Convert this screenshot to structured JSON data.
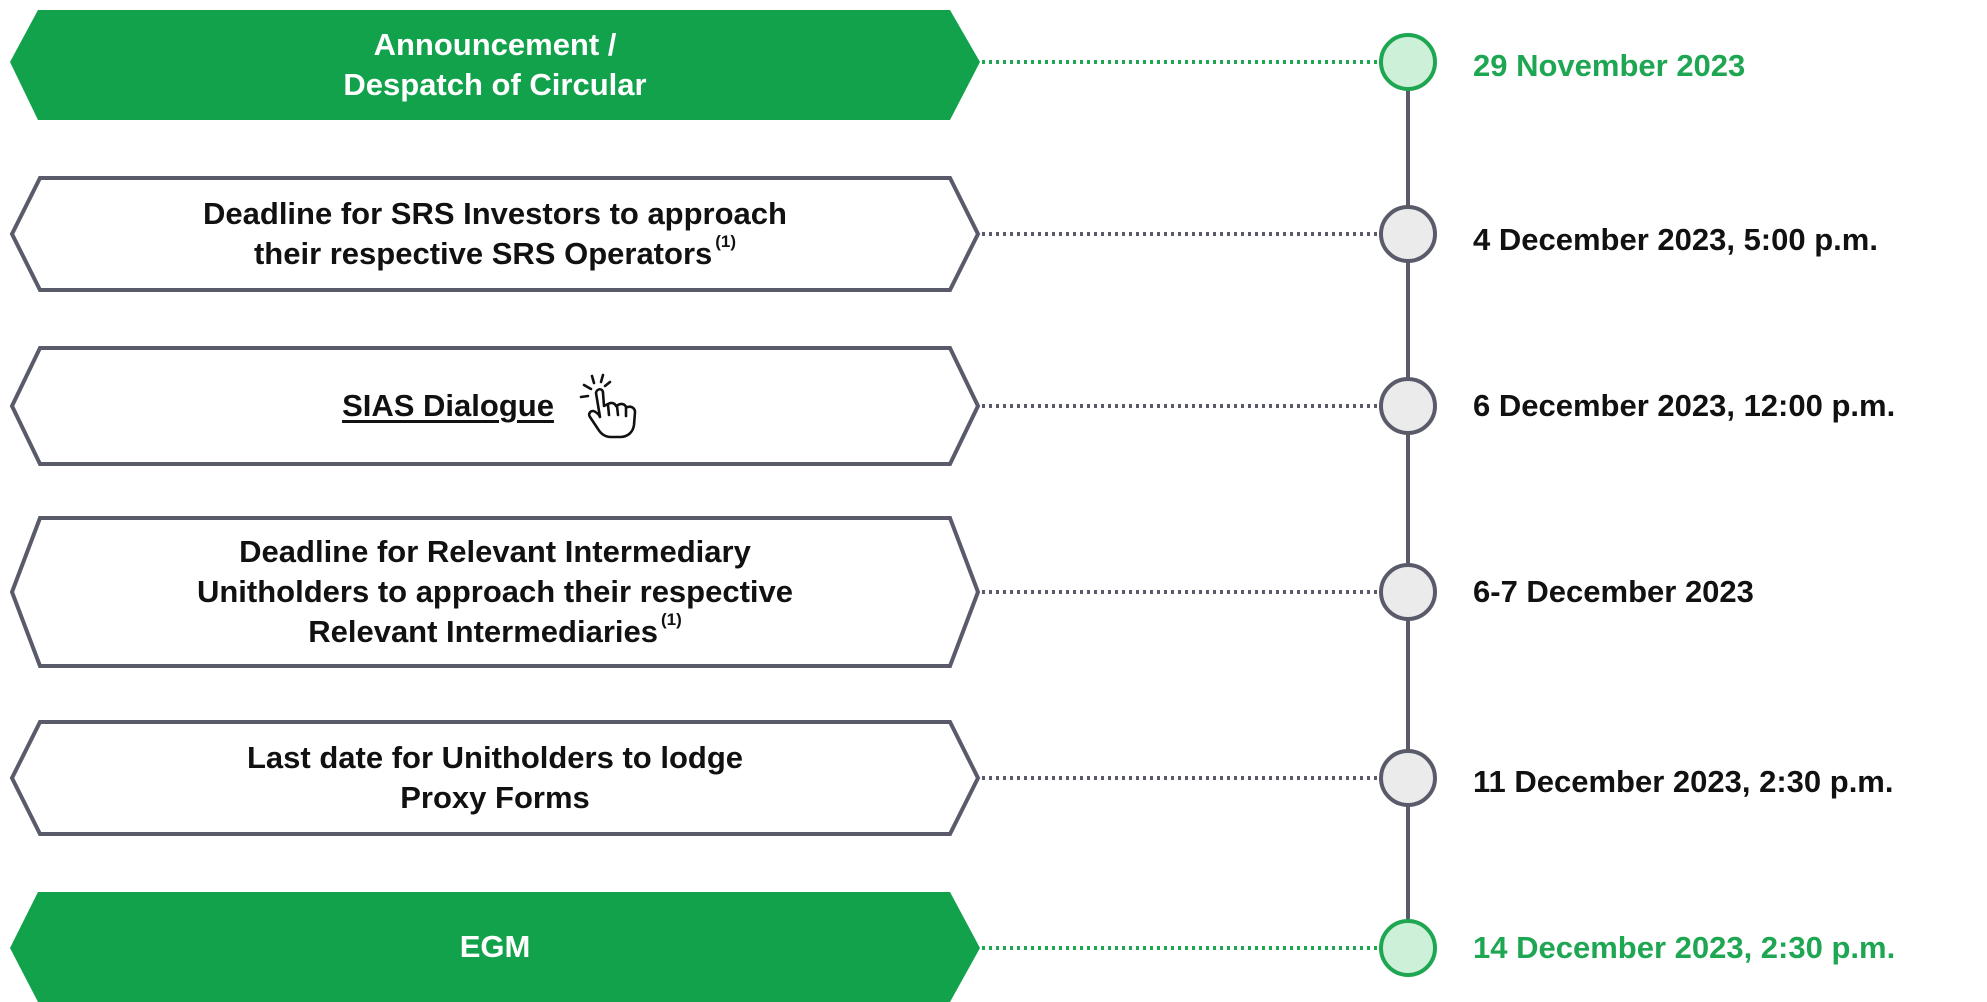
{
  "colors": {
    "accent_green": "#1fa652",
    "green_box": "#12a24c",
    "outline": "#595b6a",
    "node_green_fill": "#cdf0d8",
    "node_gray_fill": "#ebebeb"
  },
  "events": [
    {
      "style": "green",
      "lines": [
        "Announcement /",
        "Despatch of Circular"
      ],
      "date": "29 November 2023"
    },
    {
      "style": "outline",
      "lines": [
        "Deadline for SRS Investors to approach",
        "their respective SRS Operators"
      ],
      "footnote": "(1)",
      "date": "4 December 2023, 5:00 p.m."
    },
    {
      "style": "outline",
      "link_text": "SIAS Dialogue",
      "icon": "tap-hand-icon",
      "date": "6 December 2023, 12:00 p.m."
    },
    {
      "style": "outline",
      "lines": [
        "Deadline for Relevant Intermediary",
        "Unitholders to approach their respective",
        "Relevant Intermediaries"
      ],
      "footnote": "(1)",
      "date": "6-7 December 2023"
    },
    {
      "style": "outline",
      "lines": [
        "Last date for Unitholders to lodge",
        "Proxy Forms"
      ],
      "date": "11 December 2023, 2:30 p.m."
    },
    {
      "style": "green",
      "lines": [
        "EGM"
      ],
      "date": "14 December 2023, 2:30 p.m."
    }
  ]
}
